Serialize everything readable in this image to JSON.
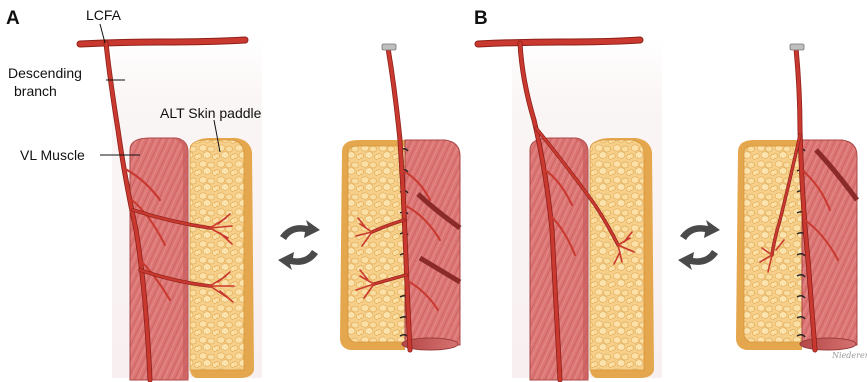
{
  "panels": [
    {
      "letter": "A"
    },
    {
      "letter": "B"
    }
  ],
  "labels": {
    "lcfa": "LCFA",
    "descending_1": "Descending",
    "descending_2": "branch",
    "alt_skin_paddle": "ALT Skin paddle",
    "vl_muscle": "VL Muscle"
  },
  "signature": "Niederer",
  "colors": {
    "vessel": "#c9392f",
    "vessel_dark": "#8e2019",
    "muscle": "#d9706f",
    "muscle_dark": "#b44b4a",
    "fat": "#f2c77a",
    "fat_dark": "#e0a347",
    "fat_edge": "#e29a38",
    "arrow": "#4a4a4a"
  }
}
